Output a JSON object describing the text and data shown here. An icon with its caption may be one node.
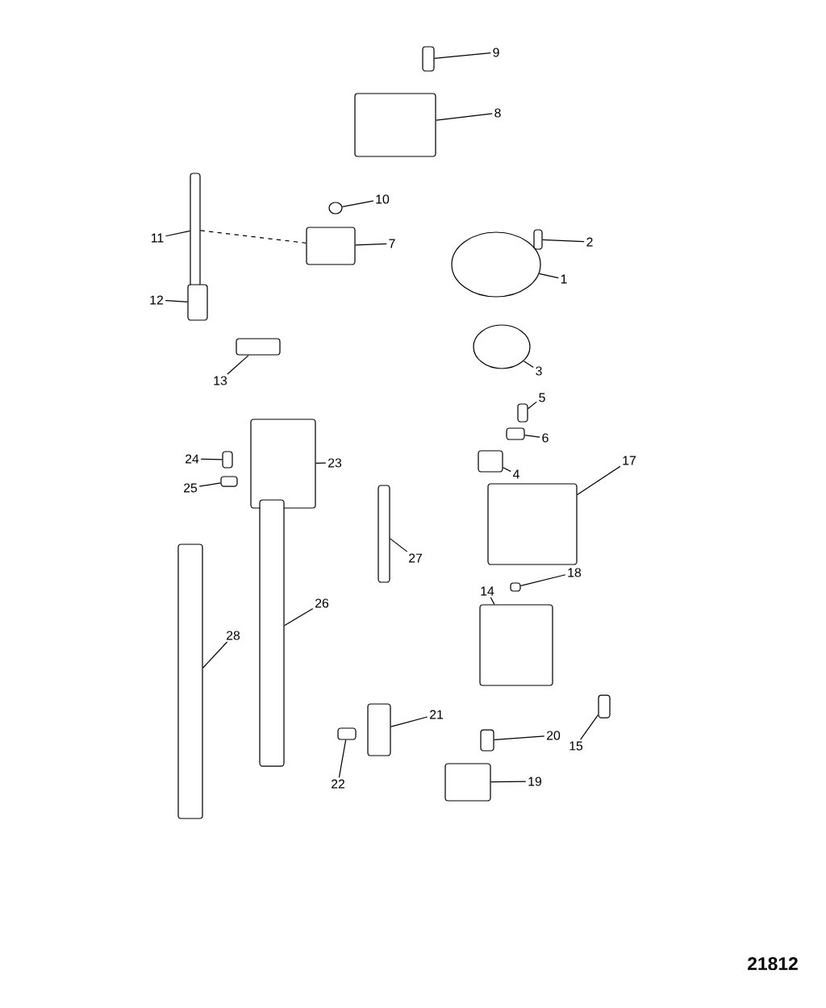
{
  "diagram": {
    "nodes": [
      {
        "text": [
          "9"
        ]
      },
      {
        "text": [
          "8"
        ]
      },
      {
        "text": [
          "10"
        ]
      },
      {
        "text": [
          "11"
        ]
      },
      {
        "text": [
          "7"
        ]
      },
      {
        "text": [
          "2"
        ]
      },
      {
        "text": [
          "1"
        ]
      },
      {
        "text": [
          "12"
        ]
      },
      {
        "text": [
          "3"
        ]
      },
      {
        "text": [
          "13"
        ]
      },
      {
        "text": [
          "5"
        ]
      },
      {
        "text": [
          "6"
        ]
      },
      {
        "text": [
          "24"
        ]
      },
      {
        "text": [
          "23"
        ]
      },
      {
        "text": [
          "25"
        ]
      },
      {
        "text": [
          "4"
        ]
      },
      {
        "text": [
          "17"
        ]
      },
      {
        "text": [
          "27"
        ]
      },
      {
        "text": [
          "18"
        ]
      },
      {
        "text": [
          "14"
        ]
      },
      {
        "text": [
          "26"
        ]
      },
      {
        "text": [
          "28"
        ]
      },
      {
        "text": [
          "21"
        ]
      },
      {
        "text": [
          "22"
        ]
      },
      {
        "text": [
          "20"
        ]
      },
      {
        "text": [
          "15"
        ]
      },
      {
        "text": [
          "19"
        ]
      },
      {
        "text": [],
        "shape": "box"
      },
      {
        "text": [],
        "shape": "box"
      },
      {
        "text": [],
        "shape": "circle"
      },
      {
        "text": [],
        "shape": "box"
      },
      {
        "text": [],
        "shape": "box"
      },
      {
        "text": [],
        "shape": "box"
      },
      {
        "text": [],
        "shape": "circle"
      },
      {
        "text": [],
        "shape": "box"
      },
      {
        "text": [],
        "shape": "circle"
      },
      {
        "text": [],
        "shape": "box"
      },
      {
        "text": [],
        "shape": "box"
      },
      {
        "text": [],
        "shape": "box"
      },
      {
        "text": [],
        "shape": "box"
      },
      {
        "text": [],
        "shape": "box"
      },
      {
        "text": [],
        "shape": "box"
      },
      {
        "text": [],
        "shape": "box"
      },
      {
        "text": [],
        "shape": "box"
      },
      {
        "text": [],
        "shape": "box"
      },
      {
        "text": [],
        "shape": "box"
      },
      {
        "text": [],
        "shape": "box"
      },
      {
        "text": [],
        "shape": "box"
      },
      {
        "text": [],
        "shape": "box"
      },
      {
        "text": [],
        "shape": "box"
      },
      {
        "text": [],
        "shape": "box"
      },
      {
        "text": [],
        "shape": "box"
      },
      {
        "text": [],
        "shape": "box"
      },
      {
        "text": [],
        "shape": "box"
      }
    ],
    "edges": [
      {
        "from": 0,
        "to": 27,
        "arrow": "none"
      },
      {
        "from": 1,
        "to": 28,
        "arrow": "none"
      },
      {
        "from": 2,
        "to": 29,
        "arrow": "none"
      },
      {
        "from": 3,
        "to": 30,
        "arrow": "none"
      },
      {
        "from": 4,
        "to": 31,
        "arrow": "none"
      },
      {
        "from": 5,
        "to": 32,
        "arrow": "none"
      },
      {
        "from": 6,
        "to": 33,
        "arrow": "none"
      },
      {
        "from": 7,
        "to": 34,
        "arrow": "none"
      },
      {
        "from": 8,
        "to": 35,
        "arrow": "none"
      },
      {
        "from": 9,
        "to": 36,
        "arrow": "none"
      },
      {
        "from": 10,
        "to": 37,
        "arrow": "none"
      },
      {
        "from": 11,
        "to": 38,
        "arrow": "none"
      },
      {
        "from": 12,
        "to": 39,
        "arrow": "none"
      },
      {
        "from": 13,
        "to": 40,
        "arrow": "none"
      },
      {
        "from": 14,
        "to": 41,
        "arrow": "none"
      },
      {
        "from": 15,
        "to": 42,
        "arrow": "none"
      },
      {
        "from": 16,
        "to": 43,
        "arrow": "none"
      },
      {
        "from": 17,
        "to": 44,
        "arrow": "none"
      },
      {
        "from": 18,
        "to": 45,
        "arrow": "none"
      },
      {
        "from": 19,
        "to": 46,
        "arrow": "none"
      },
      {
        "from": 20,
        "to": 47,
        "arrow": "none"
      },
      {
        "from": 21,
        "to": 48,
        "arrow": "none"
      },
      {
        "from": 22,
        "to": 49,
        "arrow": "none"
      },
      {
        "from": 23,
        "to": 50,
        "arrow": "none"
      },
      {
        "from": 24,
        "to": 51,
        "arrow": "none"
      },
      {
        "from": 25,
        "to": 52,
        "arrow": "none"
      },
      {
        "from": 26,
        "to": 53,
        "arrow": "none"
      },
      {
        "from": 30,
        "to": 31,
        "arrow": "none",
        "style": "dashed"
      }
    ],
    "labels": [
      "21812"
    ]
  }
}
